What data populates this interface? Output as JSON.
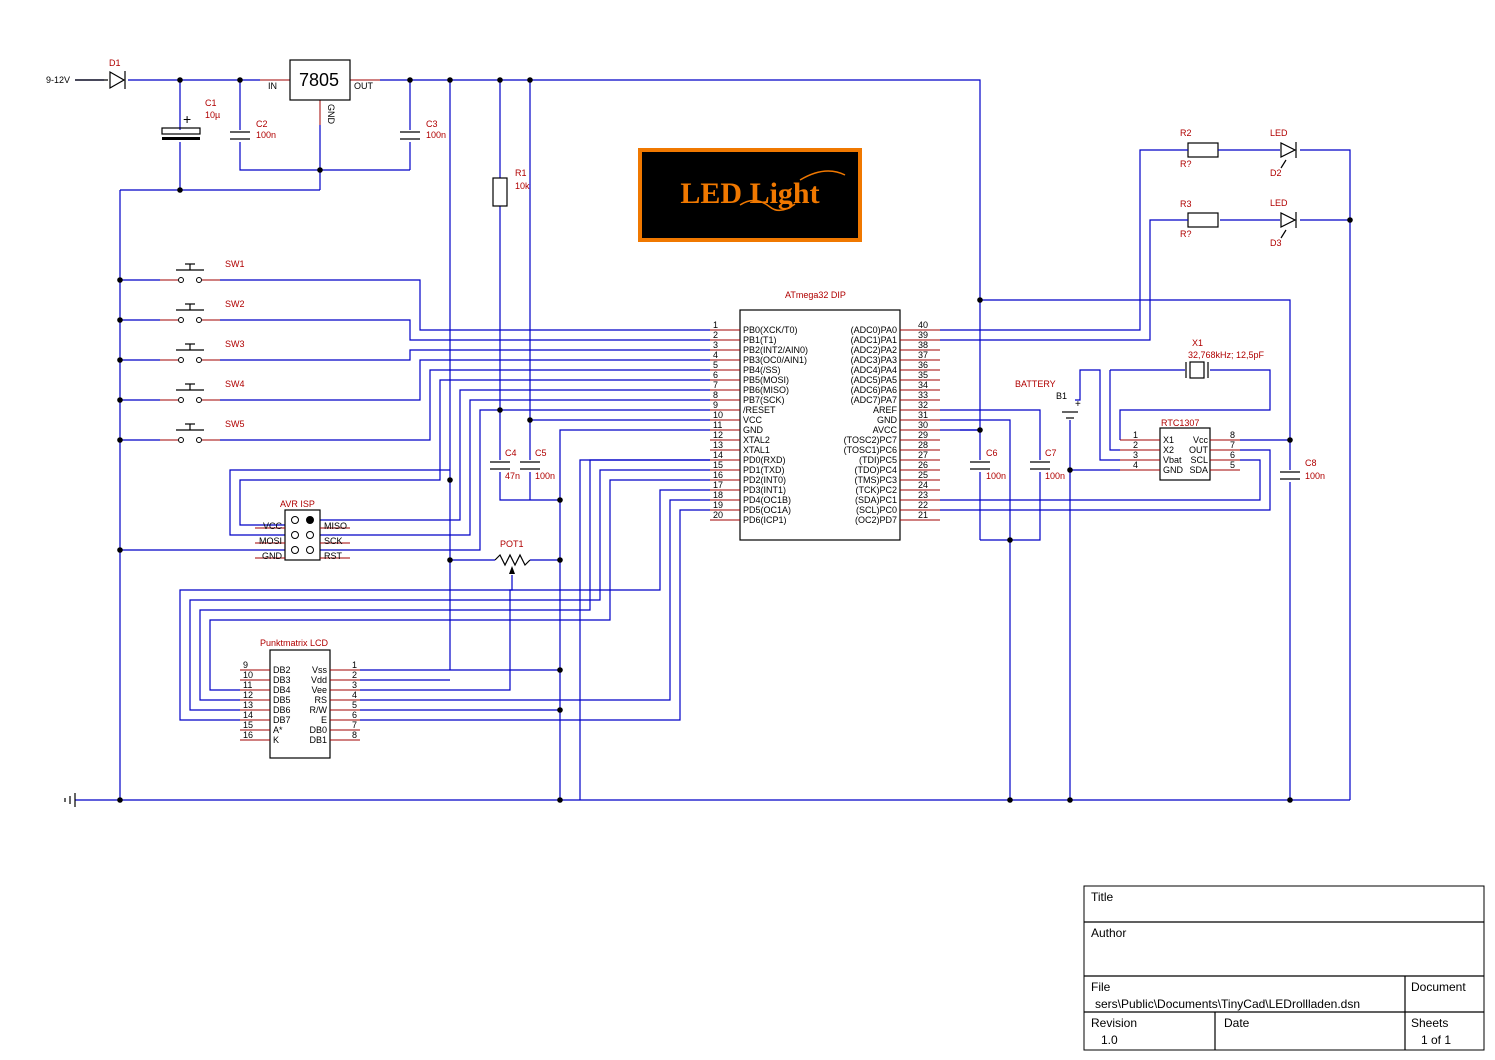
{
  "power": {
    "input_label": "9-12V",
    "diode": "D1",
    "regulator": "7805",
    "reg_in": "IN",
    "reg_out": "OUT",
    "reg_gnd": "GND"
  },
  "caps": {
    "c1_name": "C1",
    "c1_val": "10µ",
    "c2_name": "C2",
    "c2_val": "100n",
    "c3_name": "C3",
    "c3_val": "100n",
    "c4_name": "C4",
    "c4_val": "47n",
    "c5_name": "C5",
    "c5_val": "100n",
    "c6_name": "C6",
    "c6_val": "100n",
    "c7_name": "C7",
    "c7_val": "100n",
    "c8_name": "C8",
    "c8_val": "100n"
  },
  "resistors": {
    "r1_name": "R1",
    "r1_val": "10k",
    "r2_name": "R2",
    "r2_val": "R?",
    "r3_name": "R3",
    "r3_val": "R?"
  },
  "leds": {
    "type": "LED",
    "d2": "D2",
    "d3": "D3"
  },
  "logo_text": "LED Light",
  "switches": [
    "SW1",
    "SW2",
    "SW3",
    "SW4",
    "SW5"
  ],
  "mcu": {
    "title": "ATmega32 DIP",
    "left_pins": [
      {
        "n": "1",
        "name": "PB0(XCK/T0)"
      },
      {
        "n": "2",
        "name": "PB1(T1)"
      },
      {
        "n": "3",
        "name": "PB2(INT2/AIN0)"
      },
      {
        "n": "4",
        "name": "PB3(OC0/AIN1)"
      },
      {
        "n": "5",
        "name": "PB4(/SS)"
      },
      {
        "n": "6",
        "name": "PB5(MOSI)"
      },
      {
        "n": "7",
        "name": "PB6(MISO)"
      },
      {
        "n": "8",
        "name": "PB7(SCK)"
      },
      {
        "n": "9",
        "name": "/RESET"
      },
      {
        "n": "10",
        "name": "VCC"
      },
      {
        "n": "11",
        "name": "GND"
      },
      {
        "n": "12",
        "name": "XTAL2"
      },
      {
        "n": "13",
        "name": "XTAL1"
      },
      {
        "n": "14",
        "name": "PD0(RXD)"
      },
      {
        "n": "15",
        "name": "PD1(TXD)"
      },
      {
        "n": "16",
        "name": "PD2(INT0)"
      },
      {
        "n": "17",
        "name": "PD3(INT1)"
      },
      {
        "n": "18",
        "name": "PD4(OC1B)"
      },
      {
        "n": "19",
        "name": "PD5(OC1A)"
      },
      {
        "n": "20",
        "name": "PD6(ICP1)"
      }
    ],
    "left_num_offset": [
      "1",
      "2",
      "3",
      "4",
      "5",
      "6",
      "7",
      "8",
      "9",
      "10",
      "11",
      "12",
      "13",
      "14",
      "15",
      "16",
      "17",
      "18",
      "19",
      "20"
    ],
    "left_num_shown": [
      "1",
      "2",
      "3",
      "4",
      "5",
      "6",
      "7",
      "8",
      "9",
      "10",
      "11",
      "12",
      "13",
      "14",
      "15",
      "16",
      "17",
      "18",
      "19",
      "20"
    ],
    "right_pins": [
      {
        "n": "40",
        "name": "(ADC0)PA0"
      },
      {
        "n": "39",
        "name": "(ADC1)PA1"
      },
      {
        "n": "38",
        "name": "(ADC2)PA2"
      },
      {
        "n": "37",
        "name": "(ADC3)PA3"
      },
      {
        "n": "36",
        "name": "(ADC4)PA4"
      },
      {
        "n": "35",
        "name": "(ADC5)PA5"
      },
      {
        "n": "34",
        "name": "(ADC6)PA6"
      },
      {
        "n": "33",
        "name": "(ADC7)PA7"
      },
      {
        "n": "32",
        "name": "AREF"
      },
      {
        "n": "31",
        "name": "GND"
      },
      {
        "n": "30",
        "name": "AVCC"
      },
      {
        "n": "29",
        "name": "(TOSC2)PC7"
      },
      {
        "n": "28",
        "name": "(TOSC1)PC6"
      },
      {
        "n": "27",
        "name": "(TDI)PC5"
      },
      {
        "n": "26",
        "name": "(TDO)PC4"
      },
      {
        "n": "25",
        "name": "(TMS)PC3"
      },
      {
        "n": "24",
        "name": "(TCK)PC2"
      },
      {
        "n": "23",
        "name": "(SDA)PC1"
      },
      {
        "n": "22",
        "name": "(SCL)PC0"
      },
      {
        "n": "21",
        "name": "(OC2)PD7"
      }
    ]
  },
  "isp": {
    "title": "AVR ISP",
    "left": [
      "VCC",
      "MOSI",
      "GND"
    ],
    "right": [
      "MISO",
      "SCK",
      "RST"
    ]
  },
  "pot": "POT1",
  "lcd": {
    "title": "Punktmatrix LCD",
    "left_pins": [
      {
        "n": "9",
        "name": "DB2"
      },
      {
        "n": "10",
        "name": "DB3"
      },
      {
        "n": "11",
        "name": "DB4"
      },
      {
        "n": "12",
        "name": "DB5"
      },
      {
        "n": "13",
        "name": "DB6"
      },
      {
        "n": "14",
        "name": "DB7"
      },
      {
        "n": "15",
        "name": "A*"
      },
      {
        "n": "16",
        "name": "K"
      }
    ],
    "right_pins": [
      {
        "n": "1",
        "name": "Vss"
      },
      {
        "n": "2",
        "name": "Vdd"
      },
      {
        "n": "3",
        "name": "Vee"
      },
      {
        "n": "4",
        "name": "RS"
      },
      {
        "n": "5",
        "name": "R/W"
      },
      {
        "n": "6",
        "name": "E"
      },
      {
        "n": "7",
        "name": "DB0"
      },
      {
        "n": "8",
        "name": "DB1"
      }
    ]
  },
  "battery": {
    "label": "BATTERY",
    "name": "B1"
  },
  "crystal": {
    "name": "X1",
    "value": "32,768kHz; 12,5pF"
  },
  "rtc": {
    "title": "RTC1307",
    "left": [
      {
        "n": "1",
        "name": "X1"
      },
      {
        "n": "2",
        "name": "X2"
      },
      {
        "n": "3",
        "name": "Vbat"
      },
      {
        "n": "4",
        "name": "GND"
      }
    ],
    "right": [
      {
        "n": "8",
        "name": "Vcc"
      },
      {
        "n": "7",
        "name": "OUT"
      },
      {
        "n": "6",
        "name": "SCL"
      },
      {
        "n": "5",
        "name": "SDA"
      }
    ]
  },
  "title_block": {
    "title_label": "Title",
    "title_value": "",
    "author_label": "Author",
    "author_value": "",
    "file_label": "File",
    "file_value": "sers\\Public\\Documents\\TinyCad\\LEDrollladen.dsn",
    "document_label": "Document",
    "revision_label": "Revision",
    "revision_value": "1.0",
    "date_label": "Date",
    "sheets_label": "Sheets",
    "sheets_value": "1 of 1"
  },
  "colors": {
    "wire": "#0000c8",
    "label": "#b00000",
    "logo_border": "#f07800",
    "logo_bg": "#000000",
    "logo_text": "#f07800"
  }
}
